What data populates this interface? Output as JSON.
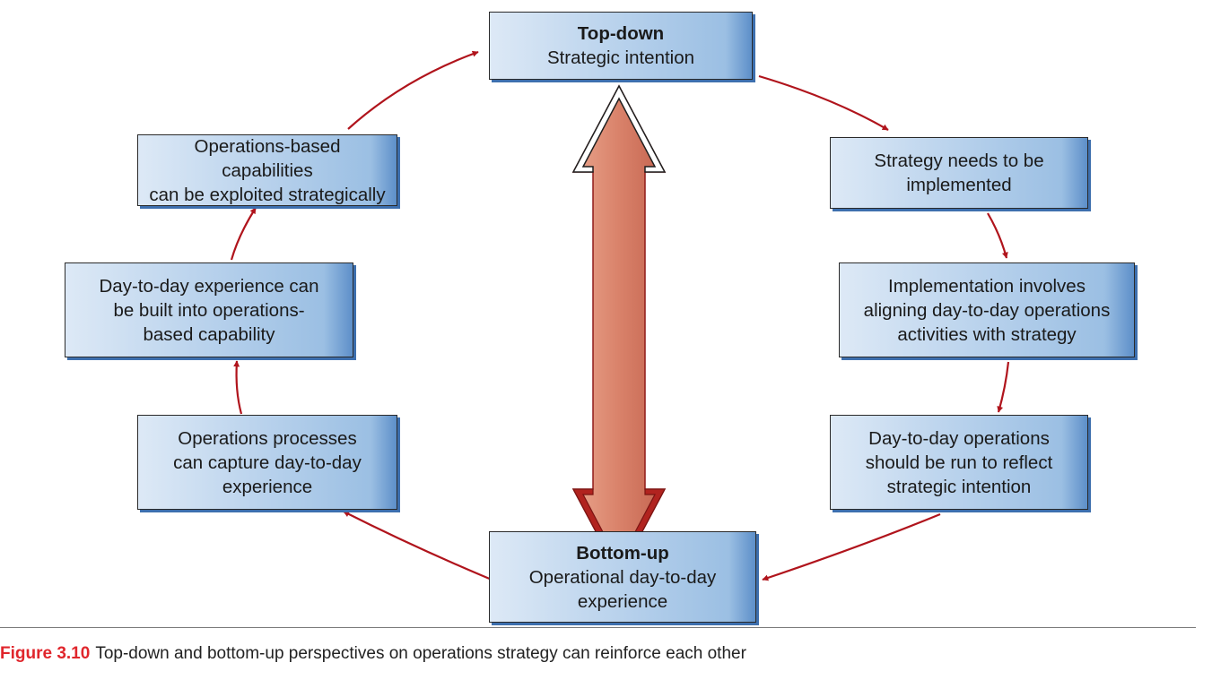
{
  "diagram": {
    "boxes": {
      "top": {
        "title": "Top-down",
        "text": "Strategic intention"
      },
      "right1": {
        "lines": [
          "Strategy needs to be",
          "implemented"
        ]
      },
      "right2": {
        "lines": [
          "Implementation involves",
          "aligning day-to-day operations",
          "activities with strategy"
        ]
      },
      "right3": {
        "lines": [
          "Day-to-day operations",
          "should be run to reflect",
          "strategic intention"
        ]
      },
      "bottom": {
        "title": "Bottom-up",
        "lines": [
          "Operational day-to-day",
          "experience"
        ]
      },
      "left3": {
        "lines": [
          "Operations processes",
          "can capture day-to-day",
          "experience"
        ]
      },
      "left2": {
        "lines": [
          "Day-to-day experience can",
          "be built into operations-",
          "based capability"
        ]
      },
      "left1": {
        "lines": [
          "Operations-based capabilities",
          "can be exploited strategically"
        ]
      }
    }
  },
  "caption": {
    "figure_label": "Figure 3.10",
    "text": "Top-down and bottom-up perspectives on operations strategy can reinforce each other"
  },
  "colors": {
    "arrow": "#b0141c",
    "center_arrow_fill": "#d98066",
    "box_edge": "#3d6fae",
    "caption_accent": "#e0262c"
  }
}
